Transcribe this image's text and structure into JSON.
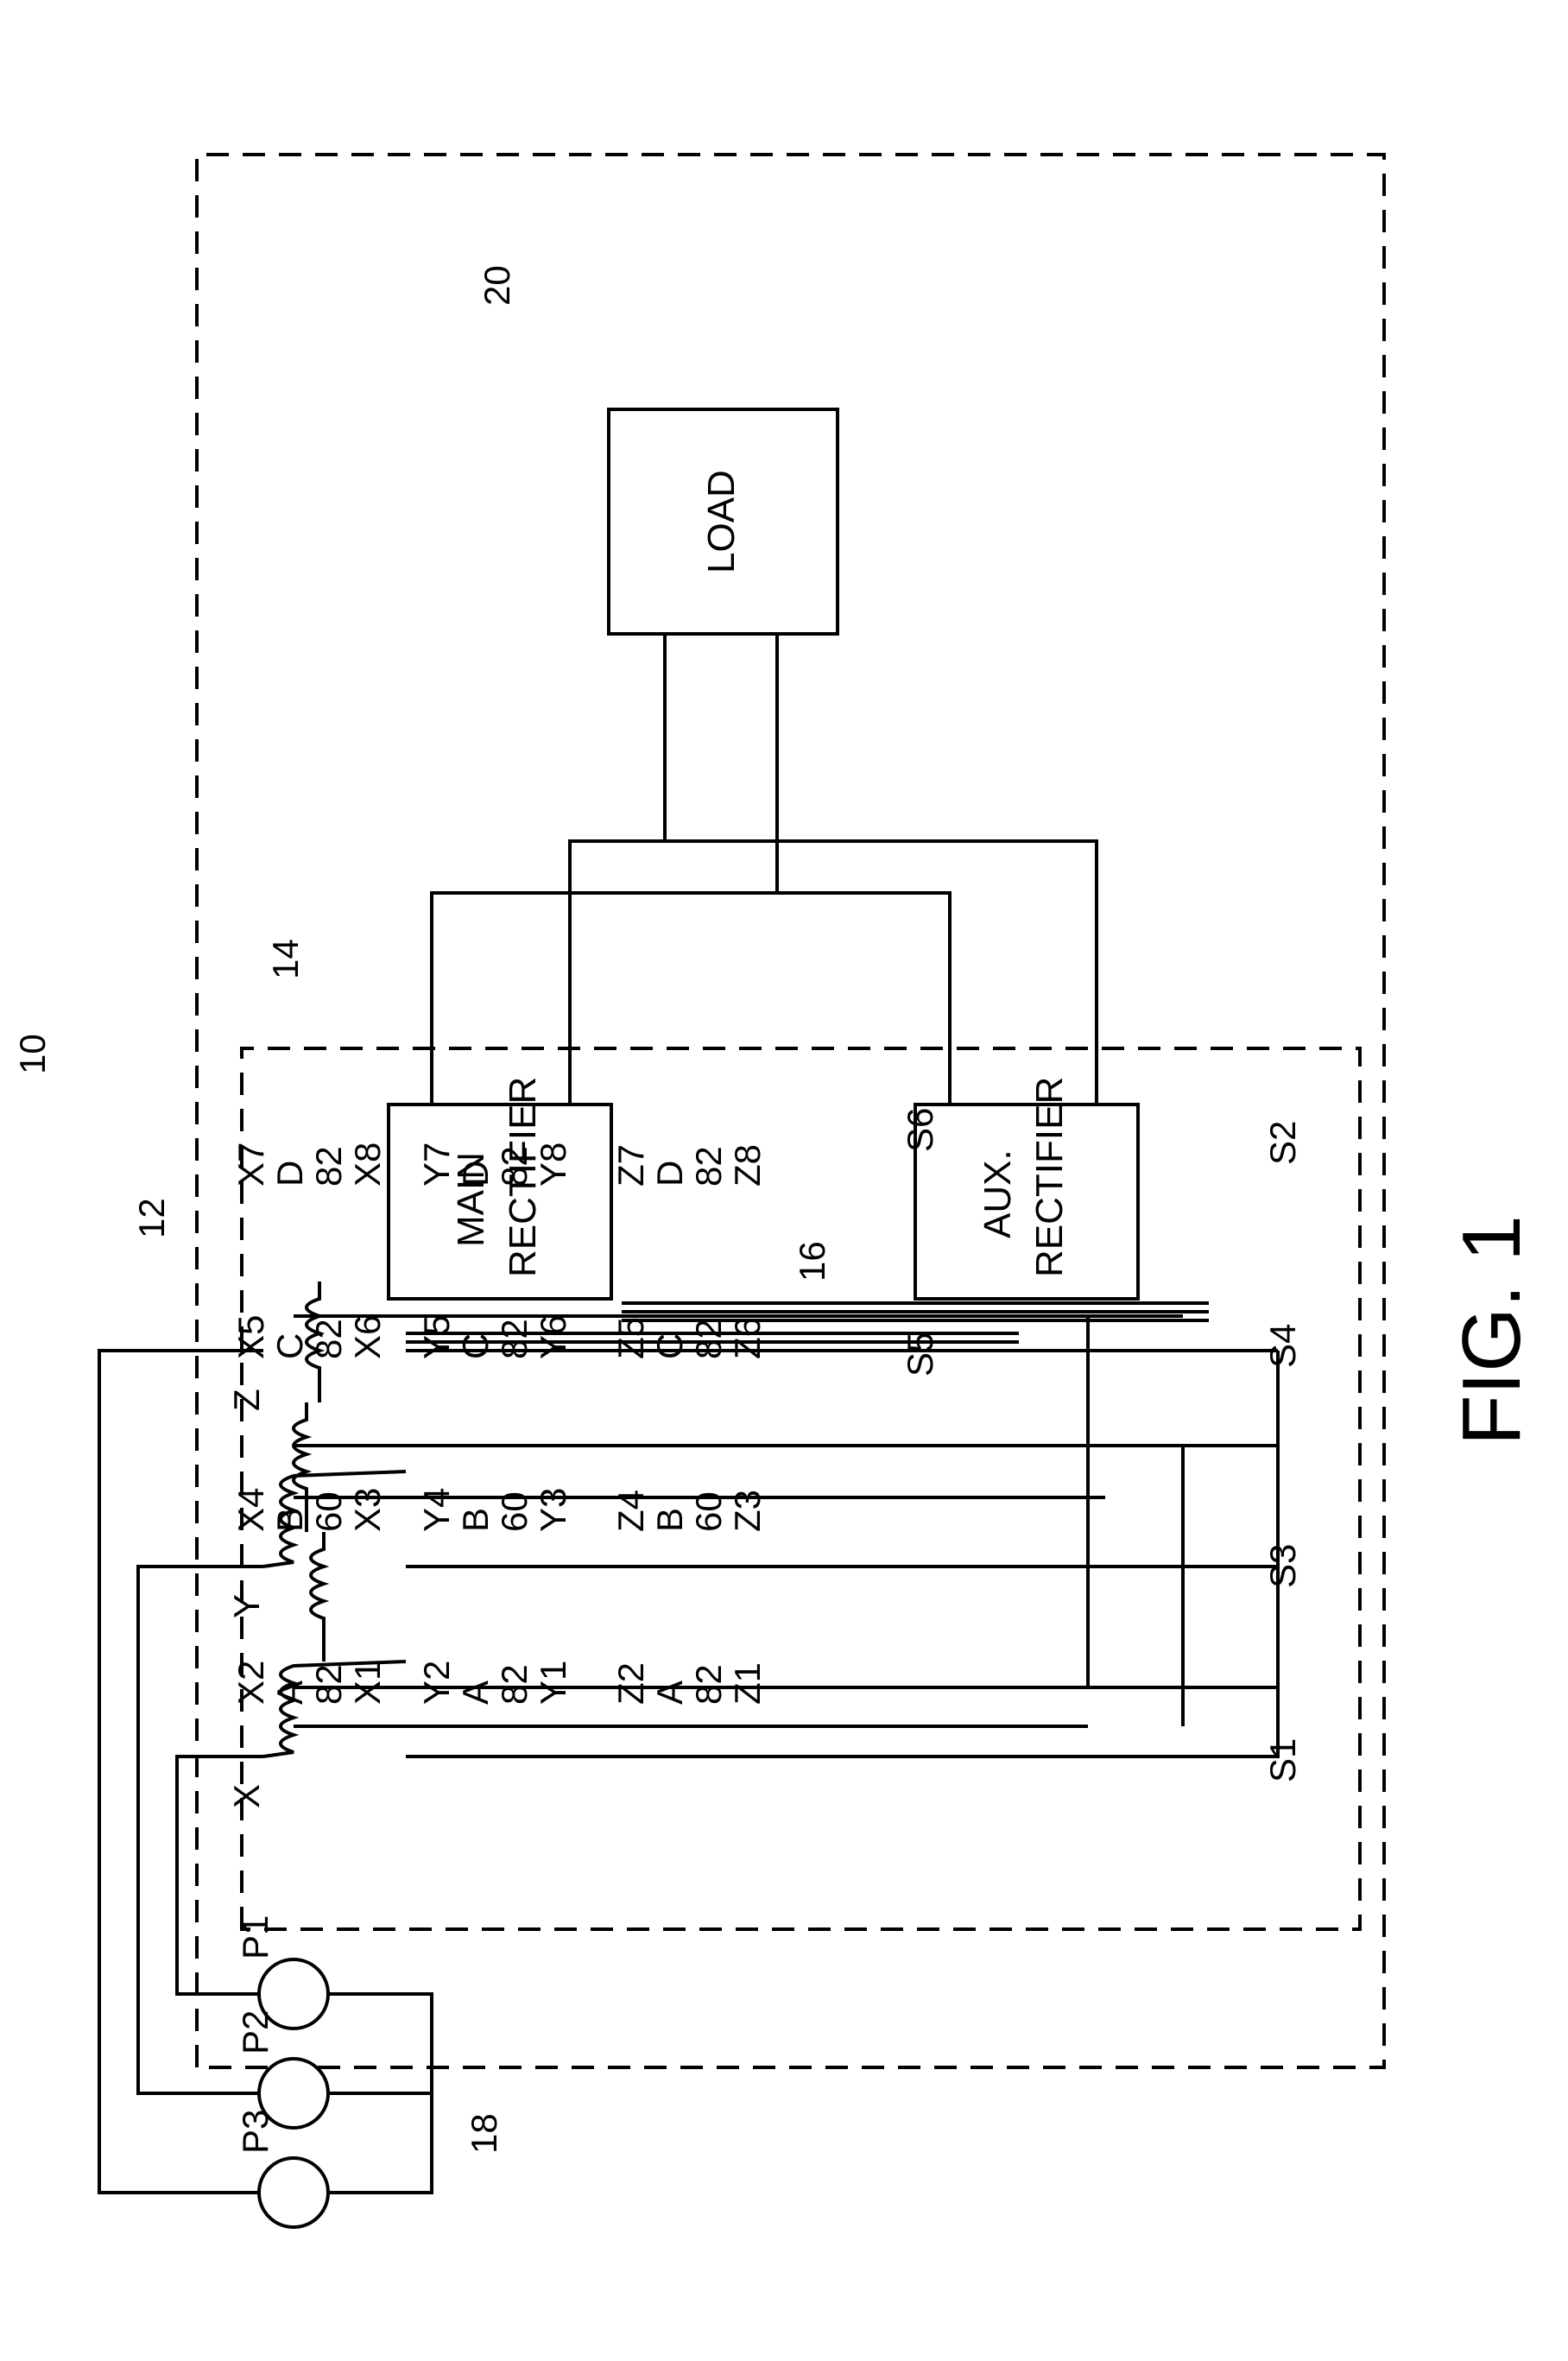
{
  "figure": {
    "title": "FIG. 1"
  },
  "refs": {
    "system": "10",
    "transformer": "12",
    "main_rectifier": "14",
    "aux_rectifier": "16",
    "source": "18",
    "load": "20"
  },
  "blocks": {
    "main_rectifier": [
      "MAIN",
      "RECTIFIER"
    ],
    "aux_rectifier": [
      "AUX.",
      "RECTIFIER"
    ],
    "load": "LOAD"
  },
  "source_phases": [
    "P1",
    "P2",
    "P3"
  ],
  "input_terminals": [
    "X",
    "Y",
    "Z"
  ],
  "winding_rows": {
    "X": [
      {
        "start": "X2",
        "letter": "A",
        "turns": "82",
        "end": "X1"
      },
      {
        "start": "X4",
        "letter": "B",
        "turns": "60",
        "end": "X3"
      },
      {
        "start": "X5",
        "letter": "C",
        "turns": "82",
        "end": "X6"
      },
      {
        "start": "X7",
        "letter": "D",
        "turns": "82",
        "end": "X8"
      }
    ],
    "Y": [
      {
        "start": "Y2",
        "letter": "A",
        "turns": "82",
        "end": "Y1"
      },
      {
        "start": "Y4",
        "letter": "B",
        "turns": "60",
        "end": "Y3"
      },
      {
        "start": "Y5",
        "letter": "C",
        "turns": "82",
        "end": "Y6"
      },
      {
        "start": "Y7",
        "letter": "D",
        "turns": "82",
        "end": "Y8"
      }
    ],
    "Z": [
      {
        "start": "Z2",
        "letter": "A",
        "turns": "82",
        "end": "Z1"
      },
      {
        "start": "Z4",
        "letter": "B",
        "turns": "60",
        "end": "Z3"
      },
      {
        "start": "Z5",
        "letter": "C",
        "turns": "82",
        "end": "Z6"
      },
      {
        "start": "Z7",
        "letter": "D",
        "turns": "82",
        "end": "Z8"
      }
    ]
  },
  "outputs": [
    "S1",
    "S2",
    "S3",
    "S4",
    "S5",
    "S6"
  ]
}
